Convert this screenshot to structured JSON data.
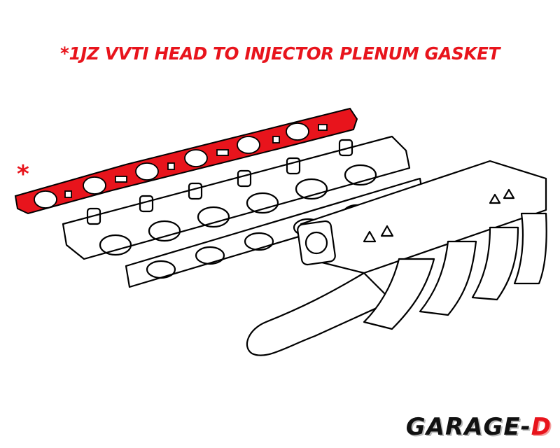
{
  "title": "*1JZ VVTI HEAD TO INJECTOR PLENUM GASKET",
  "marker": "*",
  "diagram": {
    "highlighted_part": "head to injector plenum gasket",
    "highlight_color": "#e8141c",
    "line_color": "#000000",
    "background": "#ffffff"
  },
  "logo": {
    "main": "GARAGE-",
    "accent": "D"
  }
}
